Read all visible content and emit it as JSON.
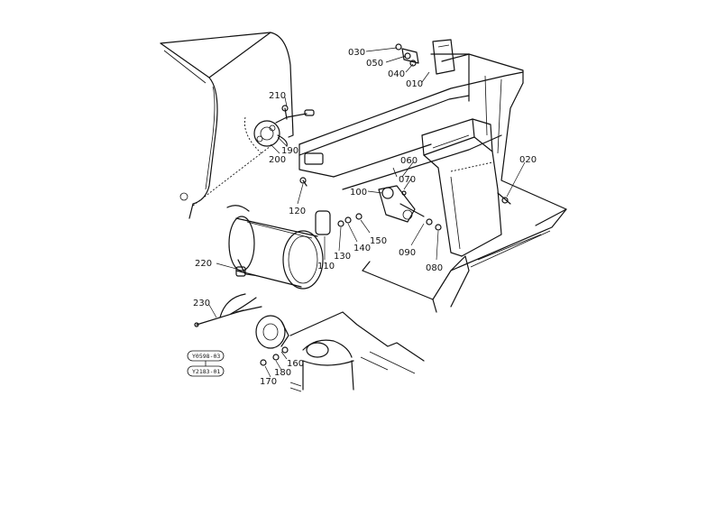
{
  "parts": [
    {
      "id": "p010",
      "label": "010"
    },
    {
      "id": "p020",
      "label": "020"
    },
    {
      "id": "p030",
      "label": "030"
    },
    {
      "id": "p040",
      "label": "040"
    },
    {
      "id": "p050",
      "label": "050"
    },
    {
      "id": "p060",
      "label": "060"
    },
    {
      "id": "p070",
      "label": "070"
    },
    {
      "id": "p080",
      "label": "080"
    },
    {
      "id": "p090",
      "label": "090"
    },
    {
      "id": "p100",
      "label": "100"
    },
    {
      "id": "p110",
      "label": "110"
    },
    {
      "id": "p120",
      "label": "120"
    },
    {
      "id": "p130",
      "label": "130"
    },
    {
      "id": "p140",
      "label": "140"
    },
    {
      "id": "p150",
      "label": "150"
    },
    {
      "id": "p160",
      "label": "160"
    },
    {
      "id": "p170",
      "label": "170"
    },
    {
      "id": "p180",
      "label": "180"
    },
    {
      "id": "p190",
      "label": "190"
    },
    {
      "id": "p200",
      "label": "200"
    },
    {
      "id": "p210",
      "label": "210"
    },
    {
      "id": "p220",
      "label": "220"
    },
    {
      "id": "p230",
      "label": "230"
    }
  ],
  "references": [
    {
      "id": "ref1",
      "label": "Y0598-03"
    },
    {
      "id": "ref2",
      "label": "Y2183-01"
    }
  ]
}
